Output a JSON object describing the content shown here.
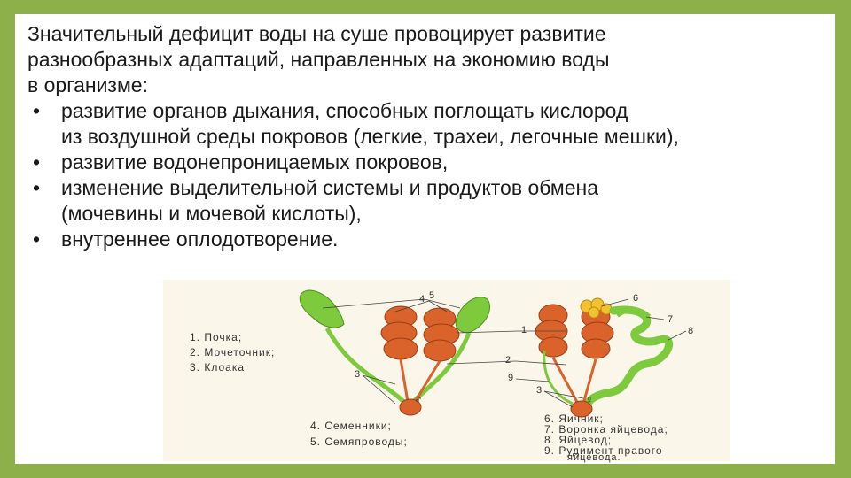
{
  "slide": {
    "intro_lines": [
      "Значительный дефицит воды на суше провоцирует развитие",
      "разнообразных адаптаций, направленных на экономию воды",
      "в организме:"
    ],
    "bullets": [
      {
        "symbol": "•",
        "lines": [
          "развитие органов дыхания, способных поглощать кислород",
          "из воздушной среды покровов (легкие, трахеи, легочные мешки),"
        ]
      },
      {
        "symbol": "•",
        "lines": [
          "развитие водонепроницаемых покровов,"
        ]
      },
      {
        "symbol": "•",
        "lines": [
          "изменение выделительной системы и продуктов обмена",
          "(мочевины и мочевой кислоты),"
        ]
      },
      {
        "symbol": "•",
        "lines": [
          "внутреннее оплодотворение."
        ]
      }
    ]
  },
  "figure": {
    "legend_left": [
      "1. Почка;",
      "2. Мочеточник;",
      "3. Клоака"
    ],
    "legend_male": [
      "4. Семенники;",
      "5. Семяпроводы;"
    ],
    "legend_female": [
      "6. Яичник;",
      "7. Воронка яйцевода;",
      "8. Яйцевод;",
      "9. Рудимент правого",
      "яйцевода."
    ],
    "callout_numbers": [
      "4",
      "5",
      "1",
      "2",
      "3",
      "6",
      "7",
      "8",
      "1",
      "2",
      "9",
      "3"
    ],
    "male_symbol": "♂",
    "female_symbol": "♀",
    "colors": {
      "kidney": "#d9632a",
      "testis": "#7dcb3c",
      "ovary": "#f2c230",
      "background": "#8db04a"
    }
  }
}
